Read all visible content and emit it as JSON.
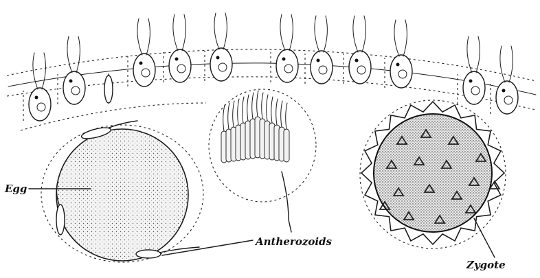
{
  "labels": {
    "egg": "Egg",
    "antherozoids": "Antherozoids",
    "zygote": "Zygote"
  }
}
